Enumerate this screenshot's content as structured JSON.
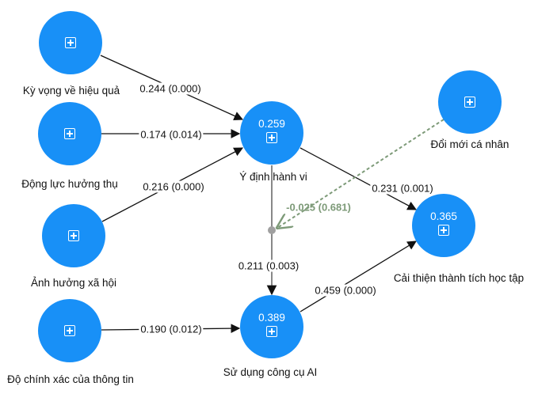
{
  "diagram": {
    "title": "",
    "nodes": [
      {
        "id": "ky-vong",
        "label": "Kỳ vọng về hiệu quả",
        "r2": null,
        "icon": "expand-plus-icon"
      },
      {
        "id": "dong-luc",
        "label": "Động lực hưởng thụ",
        "r2": null,
        "icon": "expand-plus-icon"
      },
      {
        "id": "anh-huong",
        "label": "Ảnh hưởng xã hội",
        "r2": null,
        "icon": "expand-plus-icon"
      },
      {
        "id": "do-chinh-xac",
        "label": "Độ chính xác của thông tin",
        "r2": null,
        "icon": "expand-plus-icon"
      },
      {
        "id": "y-dinh",
        "label": "Ý định hành vi",
        "r2": "0.259",
        "icon": "expand-plus-icon"
      },
      {
        "id": "doi-moi",
        "label": "Đổi mới cá nhân",
        "r2": null,
        "icon": "expand-plus-icon"
      },
      {
        "id": "cai-thien",
        "label": "Cải thiện thành tích học tập",
        "r2": "0.365",
        "icon": "expand-plus-icon"
      },
      {
        "id": "su-dung",
        "label": "Sử dụng công cụ AI",
        "r2": "0.389",
        "icon": "expand-plus-icon"
      }
    ],
    "edges": [
      {
        "from": "ky-vong",
        "to": "y-dinh",
        "label": "0.244 (0.000)",
        "coef": 0.244,
        "p": 0.0
      },
      {
        "from": "dong-luc",
        "to": "y-dinh",
        "label": "0.174 (0.014)",
        "coef": 0.174,
        "p": 0.014
      },
      {
        "from": "anh-huong",
        "to": "y-dinh",
        "label": "0.216 (0.000)",
        "coef": 0.216,
        "p": 0.0
      },
      {
        "from": "y-dinh",
        "to": "cai-thien",
        "label": "0.231 (0.001)",
        "coef": 0.231,
        "p": 0.001
      },
      {
        "from": "y-dinh",
        "to": "su-dung",
        "label": "0.211 (0.003)",
        "coef": 0.211,
        "p": 0.003
      },
      {
        "from": "do-chinh-xac",
        "to": "su-dung",
        "label": "0.190 (0.012)",
        "coef": 0.19,
        "p": 0.012
      },
      {
        "from": "su-dung",
        "to": "cai-thien",
        "label": "0.459 (0.000)",
        "coef": 0.459,
        "p": 0.0
      },
      {
        "from": "doi-moi",
        "to": "y-dinh→su-dung",
        "label": "-0.025 (0.681)",
        "coef": -0.025,
        "p": 0.681,
        "moderating": true
      }
    ],
    "colors": {
      "node": "#1890f7",
      "edge": "#111111",
      "moderator": "#7d9a78",
      "junction": "#a0a0a0"
    }
  }
}
